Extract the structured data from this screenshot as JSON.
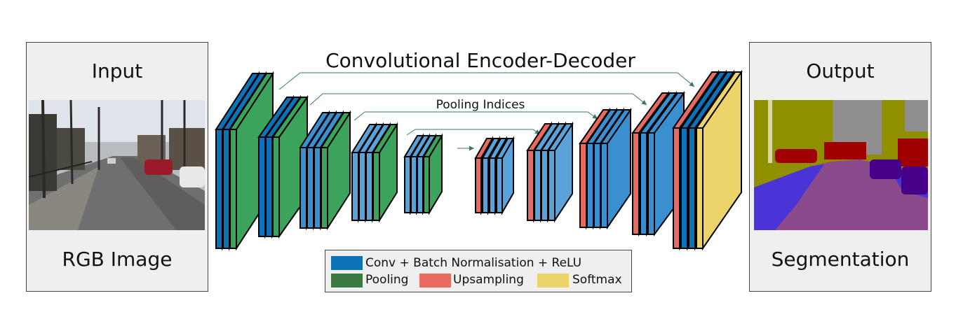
{
  "title": "Convolutional Encoder-Decoder",
  "subtitle": "Pooling Indices",
  "input_panel": {
    "title": "Input",
    "caption": "RGB Image"
  },
  "output_panel": {
    "title": "Output",
    "caption": "Segmentation"
  },
  "legend": {
    "conv": {
      "label": "Conv + Batch Normalisation + ReLU",
      "color": "#0e72b8"
    },
    "pool": {
      "label": "Pooling",
      "color": "#3a7a43"
    },
    "upsample": {
      "label": "Upsampling",
      "color": "#e96a5e"
    },
    "softmax": {
      "label": "Softmax",
      "color": "#ecd36a"
    }
  },
  "colors": {
    "conv_dark": "#0e72b8",
    "conv_mid": "#3a8fd0",
    "conv_light": "#5aa2d8",
    "pool": "#3ba35c",
    "upsample": "#e96a5e",
    "softmax": "#ecd36a",
    "segmentation": {
      "road": "#8a4a8c",
      "sidewalk": "#4a34d8",
      "tree": "#8f8f00",
      "building": "#8f8f8f",
      "car": "#46008a",
      "sign": "#a00000",
      "pole": "#d8d8a0",
      "sky": "#8a8a8a"
    }
  },
  "encoder_stages": [
    {
      "convs": 2,
      "pool": true
    },
    {
      "convs": 2,
      "pool": true
    },
    {
      "convs": 3,
      "pool": true
    },
    {
      "convs": 3,
      "pool": true
    },
    {
      "convs": 3,
      "pool": true
    }
  ],
  "decoder_stages": [
    {
      "convs": 3,
      "softmax": false
    },
    {
      "convs": 3,
      "softmax": false
    },
    {
      "convs": 3,
      "softmax": false
    },
    {
      "convs": 2,
      "softmax": false
    },
    {
      "convs": 2,
      "softmax": true
    }
  ]
}
